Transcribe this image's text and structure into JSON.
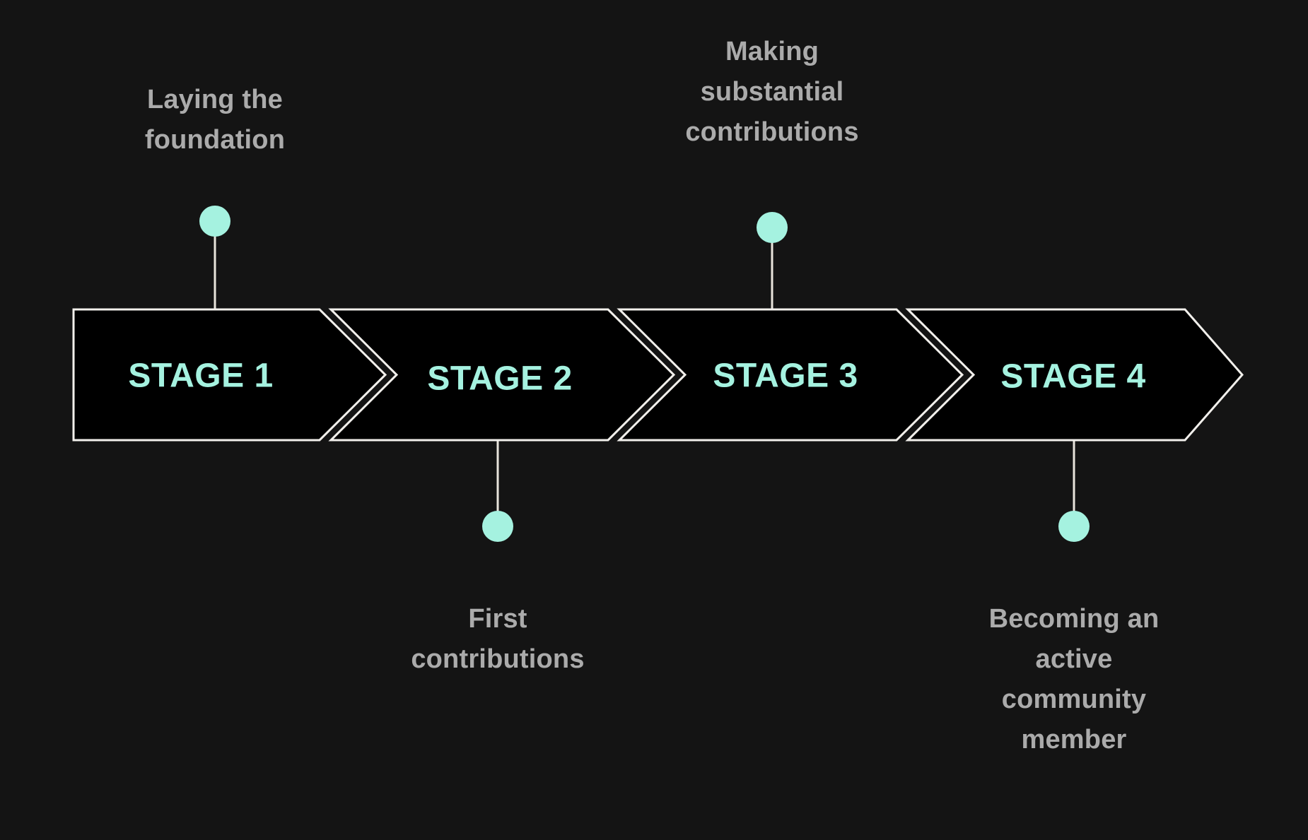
{
  "diagram": {
    "type": "stage-progression-chevron",
    "title": "",
    "background_color": "#141414",
    "accent_color": "#A5F2E0",
    "label_color": "#ABABAB",
    "arrow_fill": "#000000",
    "arrow_stroke": "#F2F0EC",
    "stages": [
      {
        "id": "stage-1",
        "label": "STAGE 1",
        "callout": "Laying the\nfoundation",
        "callout_position": "top",
        "marker": "stage-1-marker-dot"
      },
      {
        "id": "stage-2",
        "label": "STAGE 2",
        "callout": "First\ncontributions",
        "callout_position": "bottom",
        "marker": "stage-2-marker-dot"
      },
      {
        "id": "stage-3",
        "label": "STAGE 3",
        "callout": "Making\nsubstantial\ncontributions",
        "callout_position": "top",
        "marker": "stage-3-marker-dot"
      },
      {
        "id": "stage-4",
        "label": "STAGE 4",
        "callout": "Becoming an\nactive\ncommunity\nmember",
        "callout_position": "bottom",
        "marker": "stage-4-marker-dot"
      }
    ]
  }
}
